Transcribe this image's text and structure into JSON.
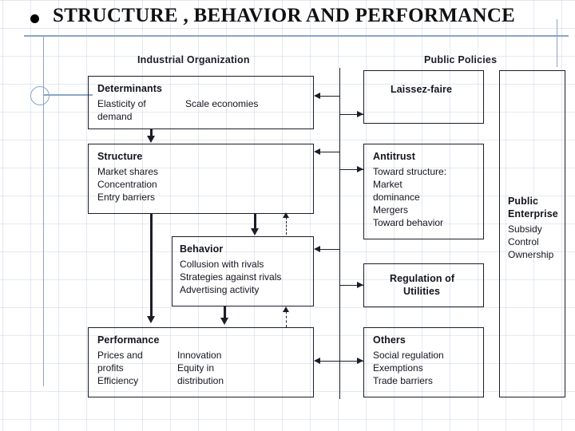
{
  "slide": {
    "title": "STRUCTURE , BEHAVIOR AND PERFORMANCE",
    "bullet_icon": "bullet-dot-icon"
  },
  "diagram": {
    "columns": [
      {
        "id": "industrial-organization",
        "label": "Industrial Organization"
      },
      {
        "id": "public-policies",
        "label": "Public Policies"
      }
    ],
    "boxes": [
      {
        "id": "determinants",
        "title": "Determinants",
        "lines_left": [
          "Elasticity of",
          "   demand"
        ],
        "lines_right": [
          "Scale economies"
        ]
      },
      {
        "id": "structure",
        "title": "Structure",
        "lines": [
          "Market shares",
          "Concentration",
          "Entry barriers"
        ]
      },
      {
        "id": "behavior",
        "title": "Behavior",
        "lines": [
          "Collusion with rivals",
          "Strategies against rivals",
          "Advertising activity"
        ]
      },
      {
        "id": "performance",
        "title": "Performance",
        "lines_left": [
          "Prices and",
          "   profits",
          "Efficiency"
        ],
        "lines_right": [
          "Innovation",
          "Equity in",
          "   distribution"
        ]
      },
      {
        "id": "laissez-faire",
        "title": "Laissez-faire",
        "lines": []
      },
      {
        "id": "antitrust",
        "title": "Antitrust",
        "lines": [
          "Toward structure:",
          "   Market",
          "      dominance",
          "   Mergers",
          "Toward behavior"
        ]
      },
      {
        "id": "regulation-of-utilities",
        "title": "Regulation of",
        "title2": "Utilities",
        "lines": []
      },
      {
        "id": "others",
        "title": "Others",
        "lines": [
          "Social regulation",
          "Exemptions",
          "Trade barriers"
        ]
      },
      {
        "id": "public-enterprise",
        "title": "Public",
        "title2": "Enterprise",
        "lines": [
          "Subsidy",
          "Control",
          "Ownership"
        ]
      }
    ]
  },
  "colors": {
    "accent_line": "#8aa4c8",
    "ink": "#1d1d28",
    "grid": "#7896be",
    "background": "#ffffff"
  }
}
